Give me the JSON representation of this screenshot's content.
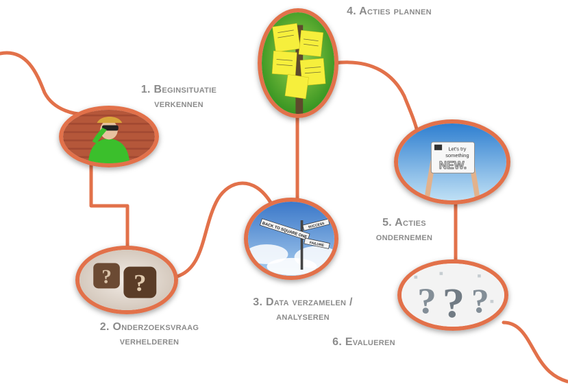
{
  "colors": {
    "path": "#e2714a",
    "label": "#8b8b8b"
  },
  "steps": [
    {
      "line1": "1. Beginsituatie",
      "line2": "verkennen",
      "image": "woman-with-binoculars"
    },
    {
      "line1": "2. Onderzoeksvraag",
      "line2": "verhelderen",
      "image": "question-mark-cufflinks"
    },
    {
      "line1": "3. Data verzamelen /",
      "line2": "analyseren",
      "image": "signpost-back-to-square-one-success-failure"
    },
    {
      "line1": "4. Acties plannen",
      "line2": "",
      "image": "yellow-sticky-notes-on-tree"
    },
    {
      "line1": "5. Acties",
      "line2": "ondernemen",
      "image": "hands-holding-lets-try-something-new-sign"
    },
    {
      "line1": "6. Evalueren",
      "line2": "",
      "image": "puzzle-question-marks"
    }
  ],
  "images_text": {
    "sign_back": "BACK TO SQUARE ONE",
    "sign_success": "SUCCESS",
    "sign_failure": "FAILURE",
    "sign_new_line1": "Let's try",
    "sign_new_line2": "something",
    "sign_new_big": "NEW."
  }
}
